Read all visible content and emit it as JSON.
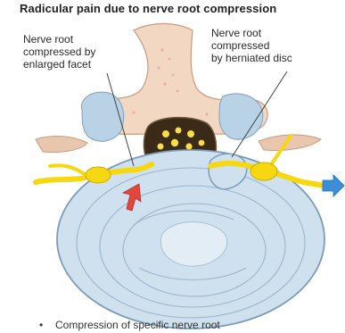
{
  "title": "Radicular pain due to nerve root compression",
  "labels": {
    "left_line1": "Nerve root",
    "left_line2": "compressed by",
    "left_line3": "enlarged facet",
    "right_line1": "Nerve root",
    "right_line2": "compressed",
    "right_line3": "by herniated disc"
  },
  "caption": {
    "bullet": "•",
    "text": "Compression of specific nerve root"
  },
  "colors": {
    "bone": "#f2d7c2",
    "nerve": "#f5d80f",
    "disc": "#cfe0ee",
    "canal": "#3a2a17",
    "red_arrow": "#e2473a",
    "blue_arrow": "#3a8fd8"
  }
}
